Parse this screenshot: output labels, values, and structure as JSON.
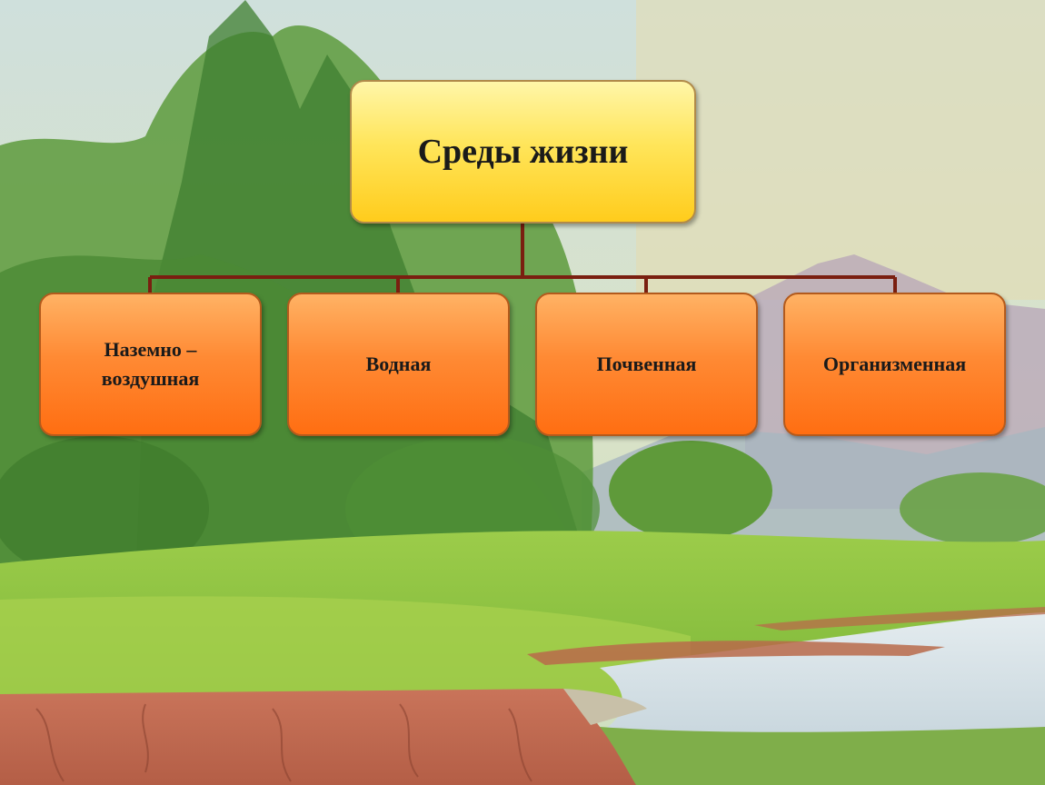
{
  "diagram": {
    "root": {
      "label": "Среды жизни"
    },
    "children": [
      {
        "label_line1": "Наземно –",
        "label_line2": "воздушная"
      },
      {
        "label_line1": "Водная",
        "label_line2": ""
      },
      {
        "label_line1": "Почвенная",
        "label_line2": ""
      },
      {
        "label_line1": "Организменная",
        "label_line2": ""
      }
    ]
  },
  "colors": {
    "root_fill": "#ffe55a",
    "child_fill": "#ff8a34",
    "connector": "#7a1f10"
  }
}
